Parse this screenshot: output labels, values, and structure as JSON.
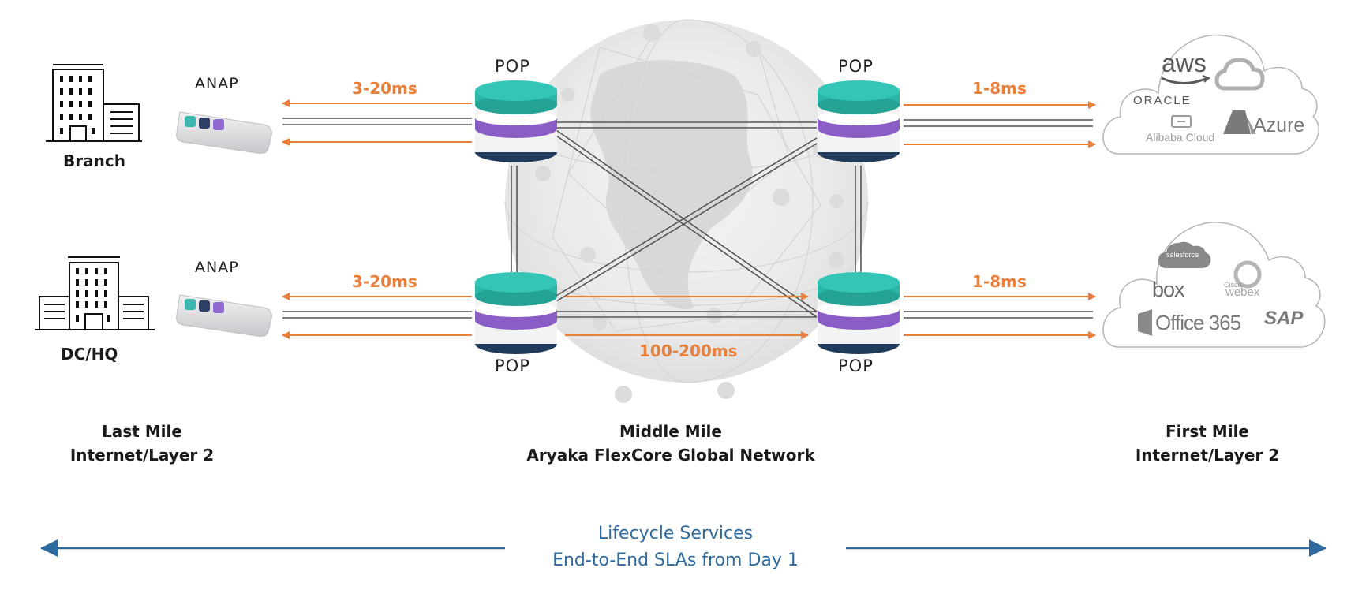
{
  "sites": {
    "branch": "Branch",
    "dchq": "DC/HQ"
  },
  "anap_label": "ANAP",
  "pop_label": "POP",
  "latency": {
    "last_mile_top": "3-20ms",
    "last_mile_bottom": "3-20ms",
    "first_mile_top": "1-8ms",
    "first_mile_bottom": "1-8ms",
    "middle_mile": "100-200ms"
  },
  "segments": {
    "last_mile": [
      "Last Mile",
      "Internet/Layer 2"
    ],
    "middle_mile": [
      "Middle Mile",
      "Aryaka FlexCore Global Network"
    ],
    "first_mile": [
      "First Mile",
      "Internet/Layer 2"
    ]
  },
  "lifecycle": [
    "Lifecycle Services",
    "End-to-End SLAs from Day 1"
  ],
  "cloud_top_logos": {
    "aws": "aws",
    "oracle": "ORACLE",
    "alibaba": "Alibaba Cloud",
    "azure": "Azure"
  },
  "cloud_bottom_logos": {
    "salesforce": "salesforce",
    "box": "box",
    "cisco": "Cisco",
    "webex": "webex",
    "office": "Office 365",
    "sap": "SAP"
  },
  "colors": {
    "accent_orange": "#e8803d",
    "pop_teal": "#2bb5a7",
    "pop_purple": "#8a5cc6",
    "pop_navy": "#1f3a5a",
    "lifecycle_blue": "#2f6a9e"
  },
  "icons": [
    "building-icon",
    "anap-device-icon",
    "pop-server-icon",
    "globe-icon",
    "cloud-icon"
  ]
}
